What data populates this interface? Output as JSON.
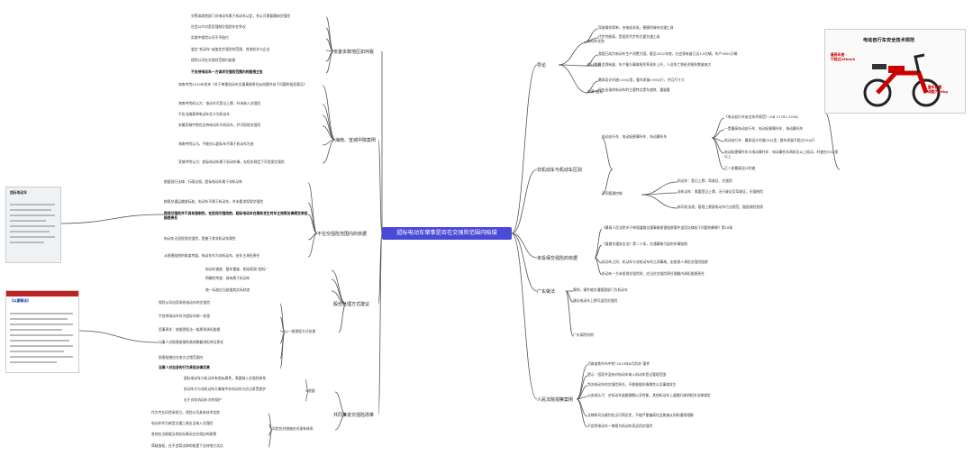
{
  "root": "超标电动车肇事是否在交强险范围内赔偿",
  "branches": {
    "right": [
      {
        "label": "导论",
        "sub": [
          {
            "label": "电动车优势",
            "leaves": [
              "驾驶操作简单，充电成本低，便捷的城市交通工具",
              "代步性能高，是居民代步的主要交通工具"
            ]
          },
          {
            "label": "统计数据",
            "leaves": [
              "我国已成为电动车生产消费大国，截至2022年底，社会保有量已达3.5亿辆，年产3500万辆",
              "社会保有量、年产量与事故致死率逐年上升，人员伤亡和经济损失数量庞大"
            ]
          },
          {
            "label": "何谓“超标”",
            "leaves": [
              "最高设计时速>25公里，整车质量>55公斤，并且尺寸大",
              "现在出现的电动车的主要特点是车速快、重量重"
            ]
          }
        ]
      },
      {
        "label": "非机动车与机动车区别",
        "sub": [
          {
            "label": "电动自行车、电动轻便摩托车、电动摩托车",
            "leaves": [
              "《电动自行车安全技术规范》(GB 17761-2018)",
              "一是最高电动自行车、电动轻便摩托车、电动摩托车",
              "电动自行车：最高设计时速25公里，整车质量不超过55公斤",
              "电动轻便摩托车与电动摩托车：电动摩托车两轮及以上驱动，时速在50公里以上",
              "正二轮最高设计时速"
            ]
          },
          {
            "label": "不同管理控制",
            "leaves": [
              "机动车：登记上牌、驾驶证、交强险",
              "非机动车：需要登记上牌，无行驶证及驾驶证，无强制险",
              "新司机法规，管理上需要电动车行业规范，鼓励保险投保"
            ]
          }
        ]
      },
      {
        "label": "未投保交强险的依据",
        "leaves": [
          "《最高人民法院关于审理道路交通事故损害赔偿案件适用法律若干问题的解释》第16条",
          "《道路交通安全法》第二十条，交通事故引起的车辆赔偿",
          "机动车之间、机动车与非机动车的之间事故，由投保人承担交强险赔偿",
          "机动车一方未投保交强险时，应当在交强险责任限额内承担赔偿责任"
        ]
      },
      {
        "label": "广东做法",
        "leaves": [
          "案例，案件被交通管理部门为机动车",
          "建议电动车上牌可适用交强险",
          "广东高院判例"
        ]
      },
      {
        "label": "人民法院观察案例",
        "leaves": [
          "河南省焦作市中院“2019年8月判决”案件",
          "提示：国家并没有对电动车纳入机动车登记管理范围",
          "判决电动车的交强险责任，不能根据车辆属性以及事故发生",
          "公安部认可：对机动车道路理解以及性能，其他机动车上道路行驶的相关法律规定",
          "法律和司法裁判应当可预见性，不能严重偏离社会普遍认知和通常理解",
          "不宜将电动车一律视为机动车而适用交强险"
        ]
      }
    ],
    "left": [
      {
        "label": "安委多数地区如何看",
        "leaves": [
          "交警或其他部门对电动车属于机动车认定，多认可需要缴纳交强险",
          "社会公众对是否强制交强险存在争议",
          "实践中保险公司不予赔付",
          "鉴定“机动车”或鉴定交强险的范围、其他机关与企业",
          "保险公司在交强险范围内赔偿",
          "不支持电动车一方请求交强险范围内的赔偿主张"
        ]
      },
      {
        "label": "海南、宣城中院案例",
        "leaves": [
          "海南中院2019年发布《关于审理机动车交通事故责任纠纷案件若干问题的指导意见》",
          "海南中院的认为：电动车可登记上牌，并未纳入交强险",
          "不应当随意将电动车定义为机动车",
          "安徽宣城中院也支持电动车为机动车，并可投保交强险",
          "海南中院认为，不能仅以超标车不属于机动车为由",
          "宣城中院认为：超标电动车属于机动车辆，在相关规定下可投保交强险"
        ]
      },
      {
        "label": "不在交强险范围内的依据",
        "leaves": [
          "根据现行法律、行政法规，超标电动车属于非机动车",
          "按照交通运输部标准，电动车不属于机动车，并未要求投保交强险",
          "提保交强险并不具有强制性，在投保交强险前，超标电动车在事故发生时车主按照法律规定承担赔偿责任",
          "电动车无须投保交强险，是基于其非机动车属性",
          "从损害赔偿的角度考量，电动车作为非机动车，由车主承担责任"
        ]
      },
      {
        "label": "股份处理方式建议",
        "sub": [
          {
            "label": "",
            "leaves": [
              "电动车速度、整车重量、制动距离“超标”",
              "明确性考量：具有属于机动车",
              "统一标准应当依据其实际状态"
            ]
          },
          {
            "label": "以一般侵权方式处理",
            "leaves": [
              "保险公司自愿承担电动车的交强险",
              "不宜将电动车作为超标车统一处理",
              "民事责任：依据侵权法一般原则承担赔偿",
              "当事人对损害赔偿的具体数额承担举证责任",
              "损害赔偿应在各方过错范围内",
              "当事人对自身的行为承担法律后果"
            ]
          }
        ]
      },
      {
        "label": "共同推进交强险改革",
        "sub": [
          {
            "label": "根据",
            "leaves": [
              "超标电动车与机动车有相似属性，需要纳入交强险体系",
              "机动车方与非机动车方事故中非机动车方应当享受保护",
              "出于对非机动车方的保护"
            ]
          },
          {
            "label": "风险应对措施应对现有体系",
            "leaves": [
              "作为专业风险承担方，保险公司具有技术优势",
              "电动车作为新型交通工具应当纳入交强险",
              "各地应当根据当地实际情况出台相应的政策",
              "简政放权，在不违背法律的前提下支持地方试点"
            ]
          }
        ]
      }
    ]
  },
  "images": {
    "ebike": {
      "title": "电动自行车安全技术规范",
      "tag1": "最高车速\n不超过25km/h",
      "tag2": "整车质量\n调整为55kg"
    },
    "doc1": {
      "title": "超标电动车"
    },
    "doc2": {
      "title": "【以案释法】"
    }
  },
  "colors": {
    "root": "#4a4ad8",
    "line": "#555555",
    "accent": "#c00000"
  }
}
